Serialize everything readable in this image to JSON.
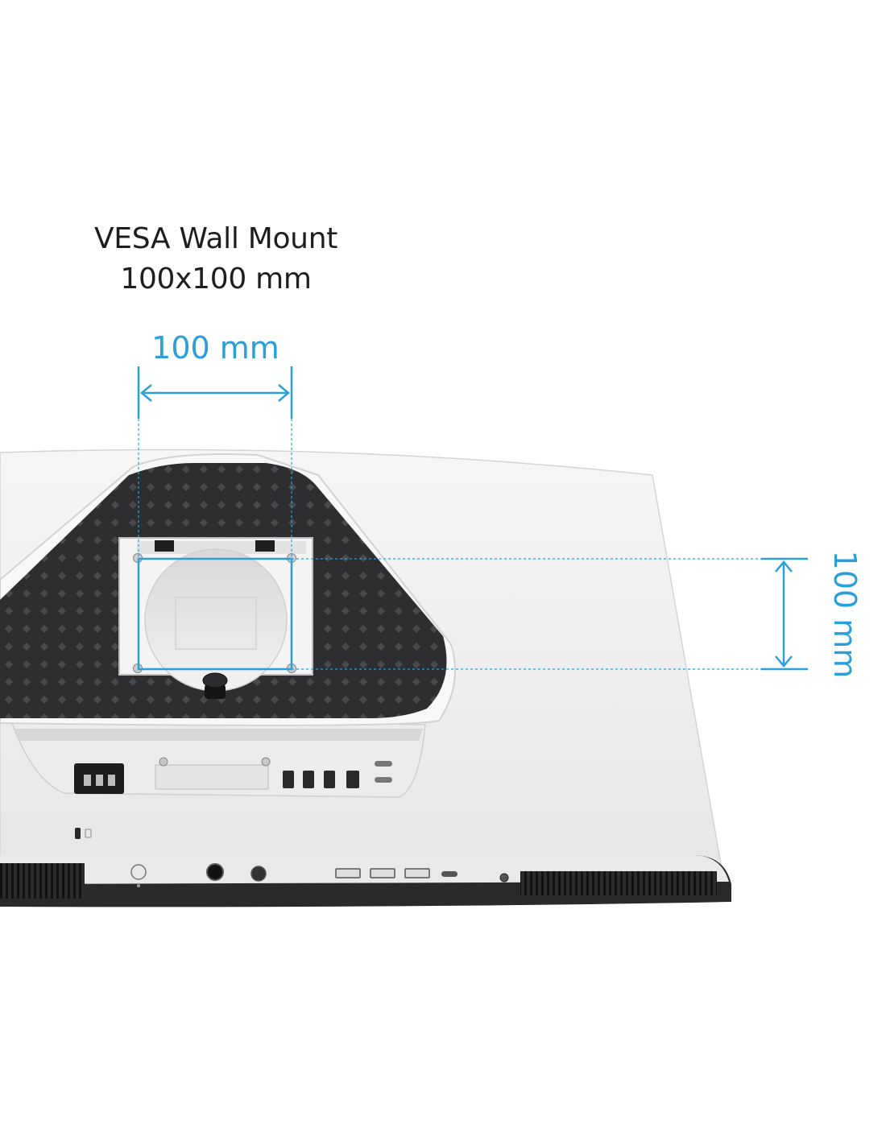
{
  "heading": {
    "line1": "VESA Wall Mount",
    "line2": "100x100 mm"
  },
  "dimension_horizontal": {
    "label": "100 mm"
  },
  "dimension_vertical": {
    "label": "100 mm"
  },
  "colors": {
    "accent": "#2a9fd8",
    "text": "#1e1e1e",
    "monitor_body": "#eeeeee",
    "stand_plate": "#2e2e30"
  },
  "icons": [
    "kensington-lock-icon",
    "joystick-icon",
    "power-button-icon",
    "usb-a-port-icon",
    "usb-c-port-icon",
    "hdmi-port-icon",
    "power-inlet-icon"
  ]
}
